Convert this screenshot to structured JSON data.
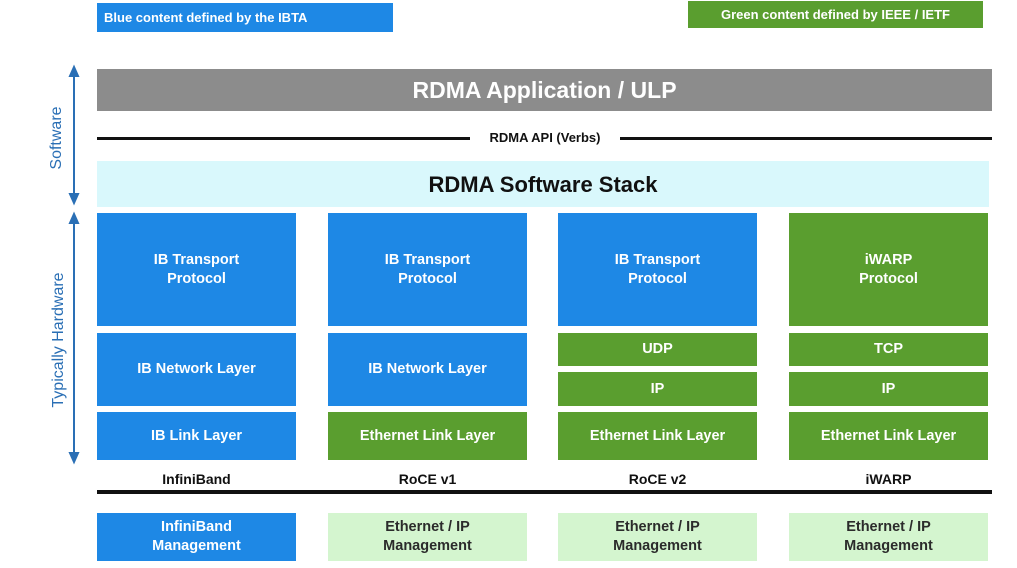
{
  "legend": {
    "blue": "Blue content defined by the IBTA",
    "green": "Green content defined by IEEE / IETF"
  },
  "axis": {
    "software": "Software",
    "hardware": "Typically Hardware"
  },
  "top": {
    "application": "RDMA Application / ULP",
    "api": "RDMA API (Verbs)",
    "stack": "RDMA Software Stack"
  },
  "columns": [
    {
      "transport": "IB Transport\nProtocol",
      "network": "IB Network Layer",
      "link": "IB Link Layer",
      "label": "InfiniBand",
      "management": "InfiniBand\nManagement"
    },
    {
      "transport": "IB Transport\nProtocol",
      "network": "IB Network Layer",
      "link": "Ethernet Link Layer",
      "label": "RoCE v1",
      "management": "Ethernet / IP\nManagement"
    },
    {
      "transport": "IB Transport\nProtocol",
      "network_top": "UDP",
      "network_bottom": "IP",
      "link": "Ethernet Link Layer",
      "label": "RoCE v2",
      "management": "Ethernet / IP\nManagement"
    },
    {
      "transport": "iWARP\nProtocol",
      "network_top": "TCP",
      "network_bottom": "IP",
      "link": "Ethernet Link Layer",
      "label": "iWARP",
      "management": "Ethernet / IP\nManagement"
    }
  ],
  "colors": {
    "ibta_blue": "#1e88e5",
    "ieee_green": "#5a9e2f",
    "management_light_green": "#d4f5cf",
    "application_gray": "#8c8c8c",
    "software_stack_cyan": "#d9f8fc",
    "axis_blue": "#2a6fb5"
  }
}
